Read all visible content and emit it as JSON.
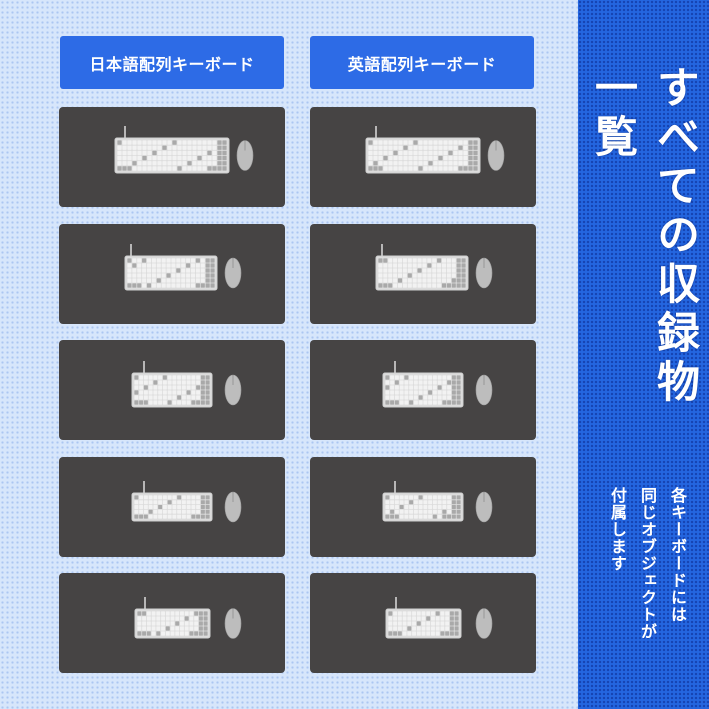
{
  "columns": {
    "left_title": "日本語配列キーボード",
    "right_title": "英語配列キーボード"
  },
  "side_panel": {
    "title": "すべての収録物一覧",
    "note_lines": [
      "各キーボードには",
      "同じオブジェクトが",
      "付属します"
    ]
  },
  "rows": [
    {
      "layout": "full-size"
    },
    {
      "layout": "tenkeyless"
    },
    {
      "layout": "75-percent"
    },
    {
      "layout": "65-percent"
    },
    {
      "layout": "60-percent"
    }
  ],
  "colors": {
    "accent": "#2d6be6",
    "side_panel": "#2466e0",
    "mat": "#464444",
    "key_light": "#f2f2f2",
    "key_dark": "#a9a9a9",
    "mouse": "#bdbdbd"
  },
  "icons": [
    "keyboard-icon",
    "mouse-icon"
  ]
}
